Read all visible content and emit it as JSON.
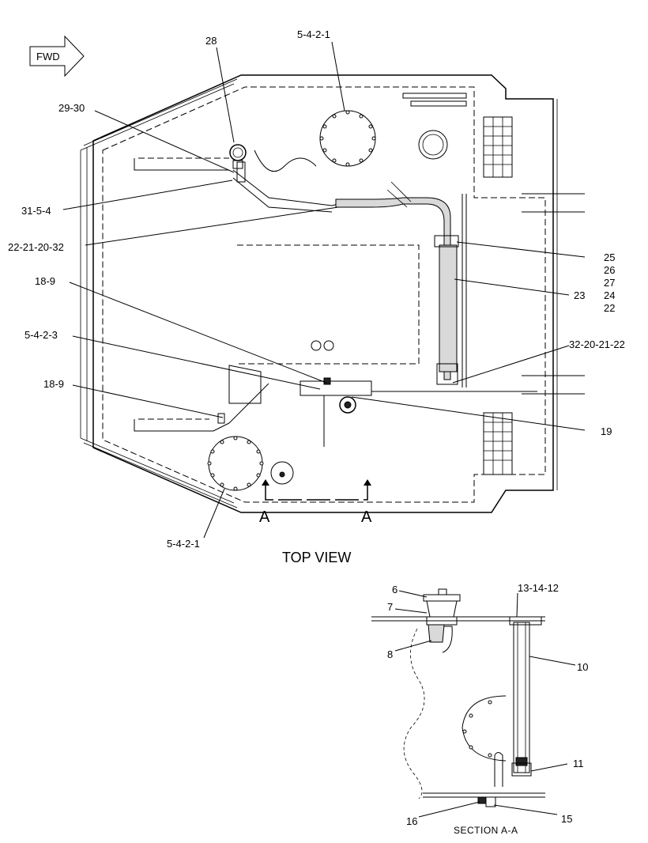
{
  "fwd_label": "FWD",
  "view_title": "TOP VIEW",
  "section_title": "SECTION A-A",
  "section_marker": "A",
  "callouts": {
    "c28": "28",
    "c5421_top": "5-4-2-1",
    "c2930": "29-30",
    "c3154": "31-5-4",
    "c22212032": "22-21-20-32",
    "c25": "25",
    "c26": "26",
    "c27": "27",
    "c23": "23",
    "c24": "24",
    "c22": "22",
    "c189_upper": "18-9",
    "c5423": "5-4-2-3",
    "c189_lower": "18-9",
    "c32202122": "32-20-21-22",
    "c19": "19",
    "c5421_bottom": "5-4-2-1",
    "c6": "6",
    "c7": "7",
    "c8": "8",
    "c131412": "13-14-12",
    "c10": "10",
    "c11": "11",
    "c16": "16",
    "c15": "15"
  }
}
